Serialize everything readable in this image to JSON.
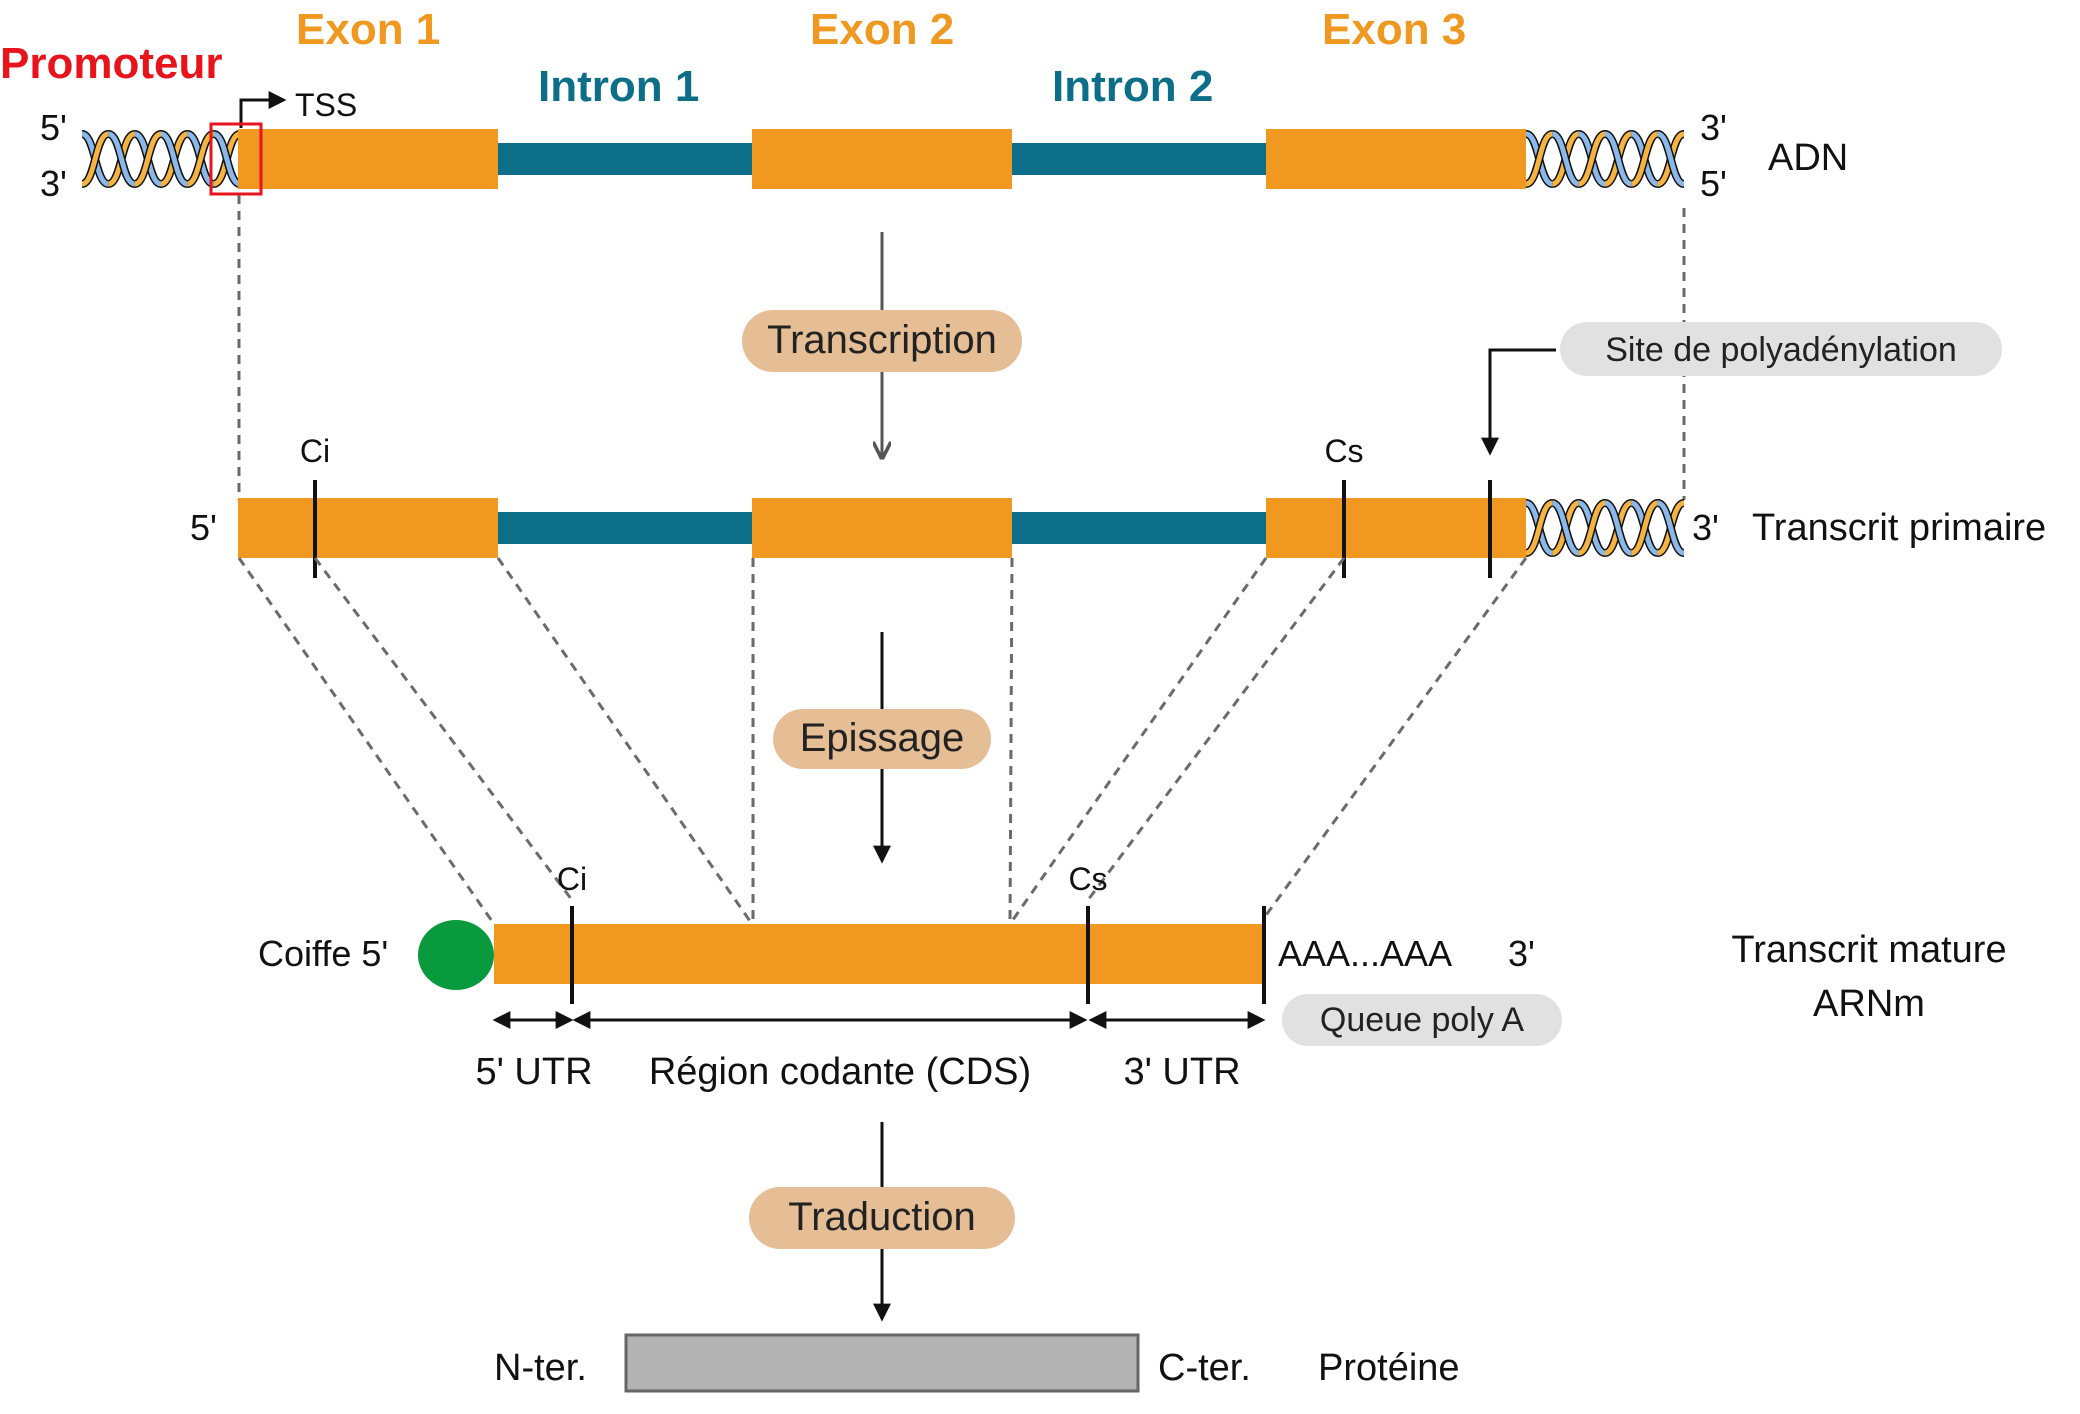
{
  "colors": {
    "exon": "#F0981F",
    "intron": "#0D6E8A",
    "promoter": "#E8141C",
    "step_pill": "#E6BE96",
    "info_pill": "#E1E1E1",
    "cap": "#0A9A3E",
    "protein": "#B3B3B3",
    "helix_orange": "#F5B342",
    "helix_blue": "#8AB8E8"
  },
  "dna": {
    "promoter_label": "Promoteur",
    "exon_labels": [
      "Exon 1",
      "Exon 2",
      "Exon 3"
    ],
    "intron_labels": [
      "Intron 1",
      "Intron 2"
    ],
    "tss_label": "TSS",
    "left_top": "5'",
    "left_bottom": "3'",
    "right_top": "3'",
    "right_bottom": "5'",
    "row_label": "ADN"
  },
  "steps": {
    "transcription": "Transcription",
    "splicing": "Epissage",
    "translation": "Traduction"
  },
  "primary": {
    "left_end": "5'",
    "right_end": "3'",
    "ci": "Ci",
    "cs": "Cs",
    "polyA_site": "Site de polyadénylation",
    "row_label": "Transcrit primaire"
  },
  "mature": {
    "cap_label": "Coiffe 5'",
    "ci": "Ci",
    "cs": "Cs",
    "polyA_seq": "AAA...AAA",
    "right_end": "3'",
    "polyA_tail": "Queue poly A",
    "utr5": "5' UTR",
    "cds": "Région codante (CDS)",
    "utr3": "3' UTR",
    "row_label_line1": "Transcrit mature",
    "row_label_line2": "ARNm"
  },
  "protein": {
    "n_term": "N-ter.",
    "c_term": "C-ter.",
    "row_label": "Protéine"
  }
}
